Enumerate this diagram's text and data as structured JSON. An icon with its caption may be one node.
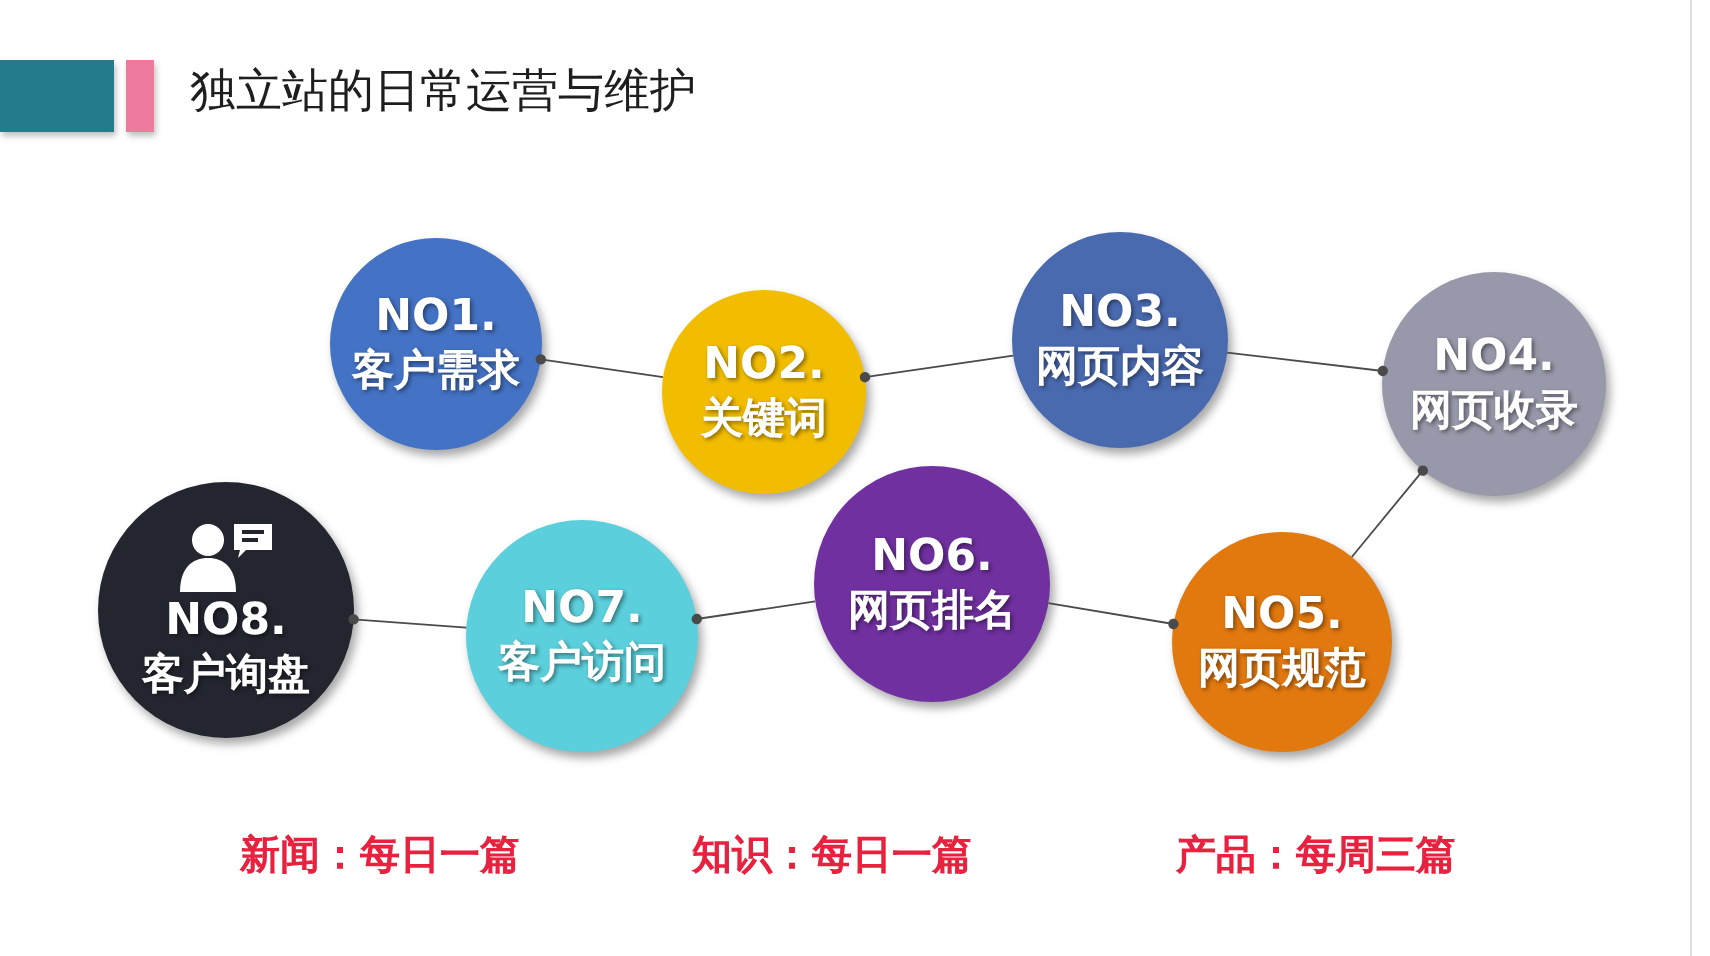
{
  "diagram": {
    "title": "独立站的日常运营与维护",
    "nodes": [
      {
        "text": [
          "NO1.",
          "客户需求"
        ]
      },
      {
        "text": [
          "NO2.",
          "关键词"
        ]
      },
      {
        "text": [
          "NO3.",
          "网页内容"
        ]
      },
      {
        "text": [
          "NO4.",
          "网页收录"
        ]
      },
      {
        "text": [
          "NO5.",
          "网页规范"
        ]
      },
      {
        "text": [
          "NO6.",
          "网页排名"
        ]
      },
      {
        "text": [
          "NO7.",
          "客户访问"
        ]
      },
      {
        "text": [
          "NO8.",
          "客户询盘"
        ]
      }
    ],
    "edges": [
      {
        "from": 1,
        "to": 0,
        "arrow": "other"
      },
      {
        "from": 2,
        "to": 1,
        "arrow": "other"
      },
      {
        "from": 2,
        "to": 3,
        "arrow": "other"
      },
      {
        "from": 4,
        "to": 3,
        "arrow": "other"
      },
      {
        "from": 5,
        "to": 4,
        "arrow": "other"
      },
      {
        "from": 5,
        "to": 6,
        "arrow": "other"
      },
      {
        "from": 6,
        "to": 7,
        "arrow": "other"
      }
    ],
    "labels": [
      "新闻：每日一篇",
      "知识：每日一篇",
      "产品：每周三篇"
    ]
  }
}
